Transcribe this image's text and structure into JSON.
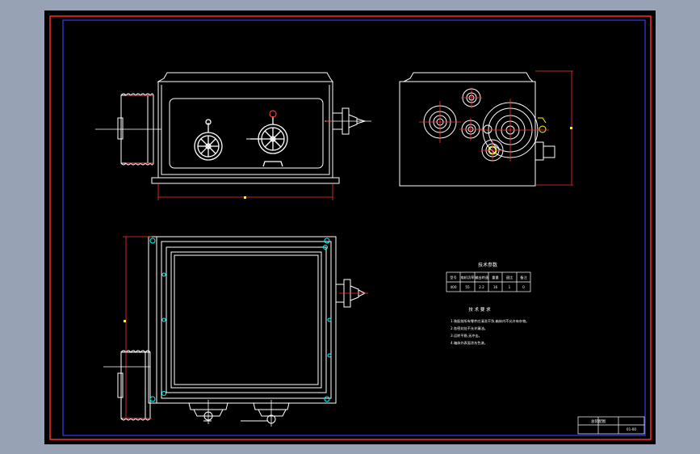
{
  "colors": {
    "background_frame": "#97a3b5",
    "paper": "#000000",
    "outer_border": "#ff2a2a",
    "inner_border": "#3a3af2",
    "lines": "#ffffff",
    "dimension": "#ff3030",
    "accent": "#ffff00",
    "cyan": "#00ffff"
  },
  "table": {
    "title": "技术参数",
    "header": [
      "型号",
      "电机功率",
      "输出转速",
      "重量",
      "速比",
      "备注"
    ],
    "row": [
      "400",
      "55",
      "2.2",
      "16",
      "1",
      "0"
    ]
  },
  "notes": {
    "title": "技 术 要 求",
    "lines": [
      "1.装配前所有零件应清洗干净,箱体内不允许有杂物。",
      "2.各密封处不允许漏油。",
      "3.运转平稳,无冲击。",
      "4.箱体外表面涂灰色漆。"
    ]
  },
  "title_block": {
    "name": "总装配图",
    "drawing_no": "01-00"
  },
  "icons": {
    "handwheel": "handwheel-icon",
    "shaft": "shaft-icon",
    "bolt": "bolt-icon"
  }
}
